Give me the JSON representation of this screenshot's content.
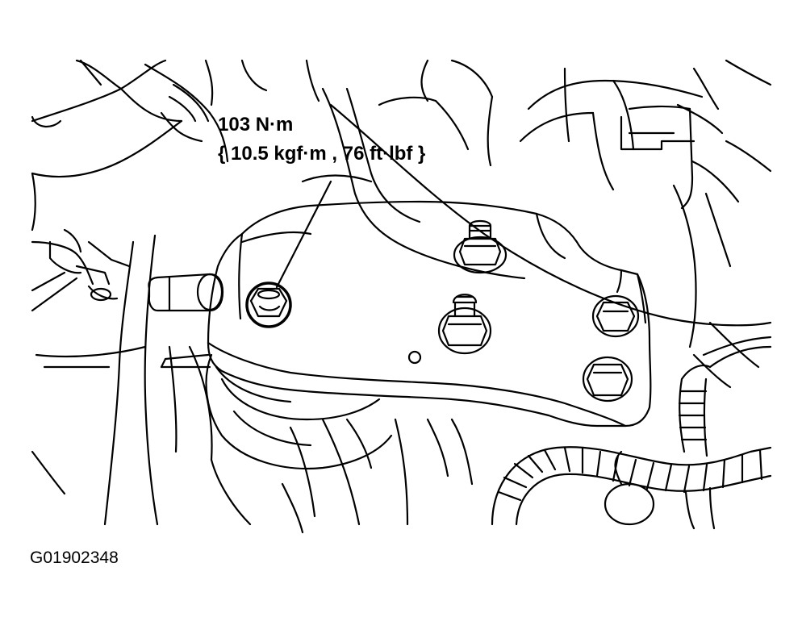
{
  "callout": {
    "torque_nm": "103 N·m",
    "torque_alt": "{ 10.5 kgf·m , 76 ft·lbf }"
  },
  "figure_id": "G01902348",
  "colors": {
    "ink": "#000000",
    "paper": "#ffffff"
  }
}
